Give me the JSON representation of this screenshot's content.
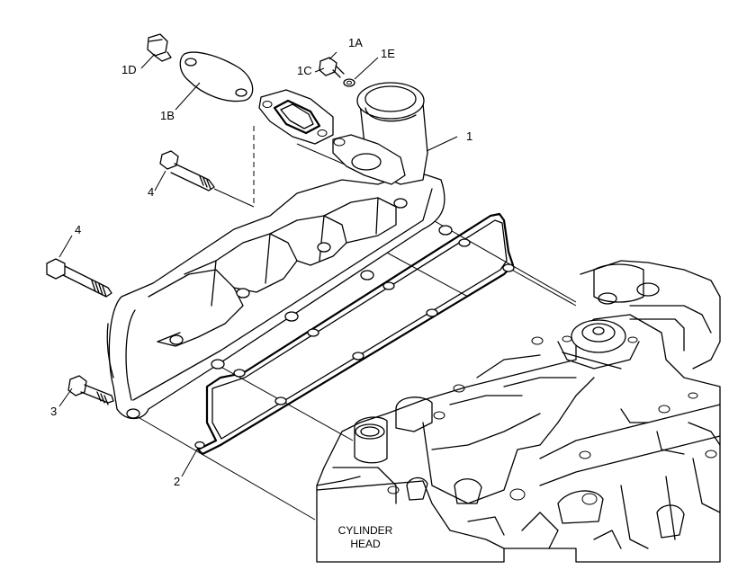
{
  "callouts": {
    "c1D": "1D",
    "c1B": "1B",
    "c1A": "1A",
    "c1C": "1C",
    "c1E": "1E",
    "c1": "1",
    "c4_upper": "4",
    "c4_left": "4",
    "c3": "3",
    "c2": "2"
  },
  "cylinder_head": {
    "line1": "CYLINDER",
    "line2": "HEAD"
  }
}
